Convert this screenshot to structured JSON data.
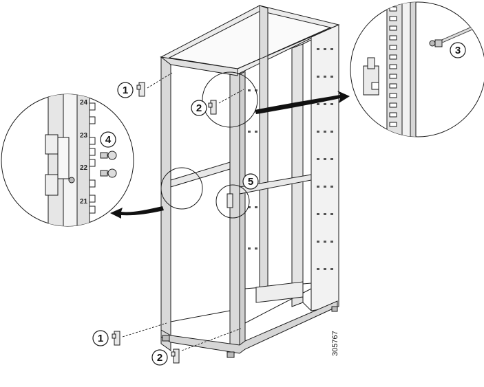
{
  "figure": {
    "figure_id": "305767",
    "callouts": {
      "c1_top": "1",
      "c2_top": "2",
      "c3": "3",
      "c4": "4",
      "c5": "5",
      "c1_bottom": "1",
      "c2_bottom": "2"
    },
    "rail_numbers": {
      "n24": "24",
      "n23": "23",
      "n22": "22",
      "n21": "21"
    }
  },
  "colors": {
    "line": "#1a1a1a",
    "frame_fill": "#d9d9d9",
    "panel_fill": "#f0f0f0",
    "zoom_fill": "#e6e6e6"
  }
}
